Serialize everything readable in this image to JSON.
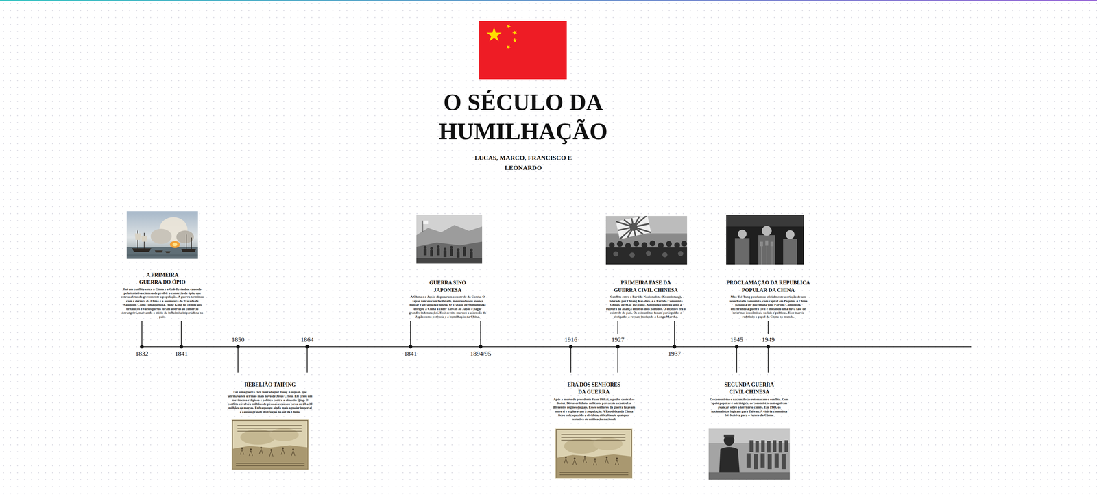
{
  "diagram": {
    "title": "O SÉCULO DA HUMILHAÇÃO",
    "labels": [
      "LUCAS, MARCO, FRANCISCO E LEONARDO",
      "A PRIMEIRA GUERRA DO ÓPIO",
      "Foi um conflito entre a China e a Grã-Bretanha, causado pela tentativa chinesa de proibir o comércio de ópio, que estava afetando gravemente a população. A guerra terminou com a derrota da China e a assinatura do Tratado de Nanquim. Como consequência, Hong Kong foi cedido aos britânicos e vários portos foram abertos ao comércio estrangeiro, marcando o início da influência imperialista no país.",
      "GUERRA SINO JAPONESA",
      "A China e o Japão disputaram o controle da Coreia. O Japão venceu com facilidade, mostrando seu avanço militar e a fraqueza chinesa. O Tratado de Shimonoseki obrigou a China a ceder Taiwan ao Japão e pagar grandes indenizações. Esse evento marcou a ascensão do Japão como potência e a humilhação da China.",
      "PRIMEIRA FASE DA GUERRA CIVIL CHINESA",
      "Conflito entre o Partido Nacionalista (Kuomintang), liderado por Chiang Kai-shek, e o Partido Comunista Chinês, de Mao Tsé-Tung. A disputa começou após a ruptura da aliança entre os dois partidos. O objetivo era o controle do país. Os comunistas foram perseguidos e obrigados a recuar, iniciando a Longa Marcha.",
      "PROCLAMAÇÃO DA REPUBLICA POPULAR DA CHINA",
      "Mao Tsé-Tung proclamou oficialmente a criação de um novo Estado comunista, com capital em Pequim. A China passou a ser governada pelo Partido Comunista, encerrando a guerra civil e iniciando uma nova fase de reformas econômicas, sociais e políticas. Esse marco redefiniu o papel da China no mundo.",
      "1832",
      "1841",
      "1850",
      "1864",
      "1841",
      "1894/95",
      "1916",
      "1927",
      "1937",
      "1945",
      "1949",
      "REBELIÃO TAIPING",
      "Foi uma guerra civil liderada por Hong Xiuquan, que afirmava ser o irmão mais novo de Jesus Cristo. Ele criou um movimento religioso e político contra a dinastia Qing. O conflito envolveu milhões de pessoas e causou cerca de 20 a 30 milhões de mortes. Enfraqueceu ainda mais o poder imperial e causou grande destruição no sul da China.",
      "ERA DOS SENHORES DA GUERRA",
      "Após a morte do presidente Yuan Shikai, o poder central se desfez. Diversos líderes militares passaram a controlar diferentes regiões do país. Esses senhores da guerra lutavam entre si e exploravam a população. A República da China ficou enfraquecida e dividida, dificultando qualquer tentativa de unificação nacional.",
      "SEGUNDA GUERRA CIVIL CHINESA",
      "Os comunistas e nacionalistas retomaram o conflito. Com apoio popular e estratégico, os comunistas conseguiram avançar sobre o território chinês. Em 1949, os nacionalistas fugiram para Taiwan. A vitória comunista foi decisiva para o futuro da China."
    ]
  }
}
